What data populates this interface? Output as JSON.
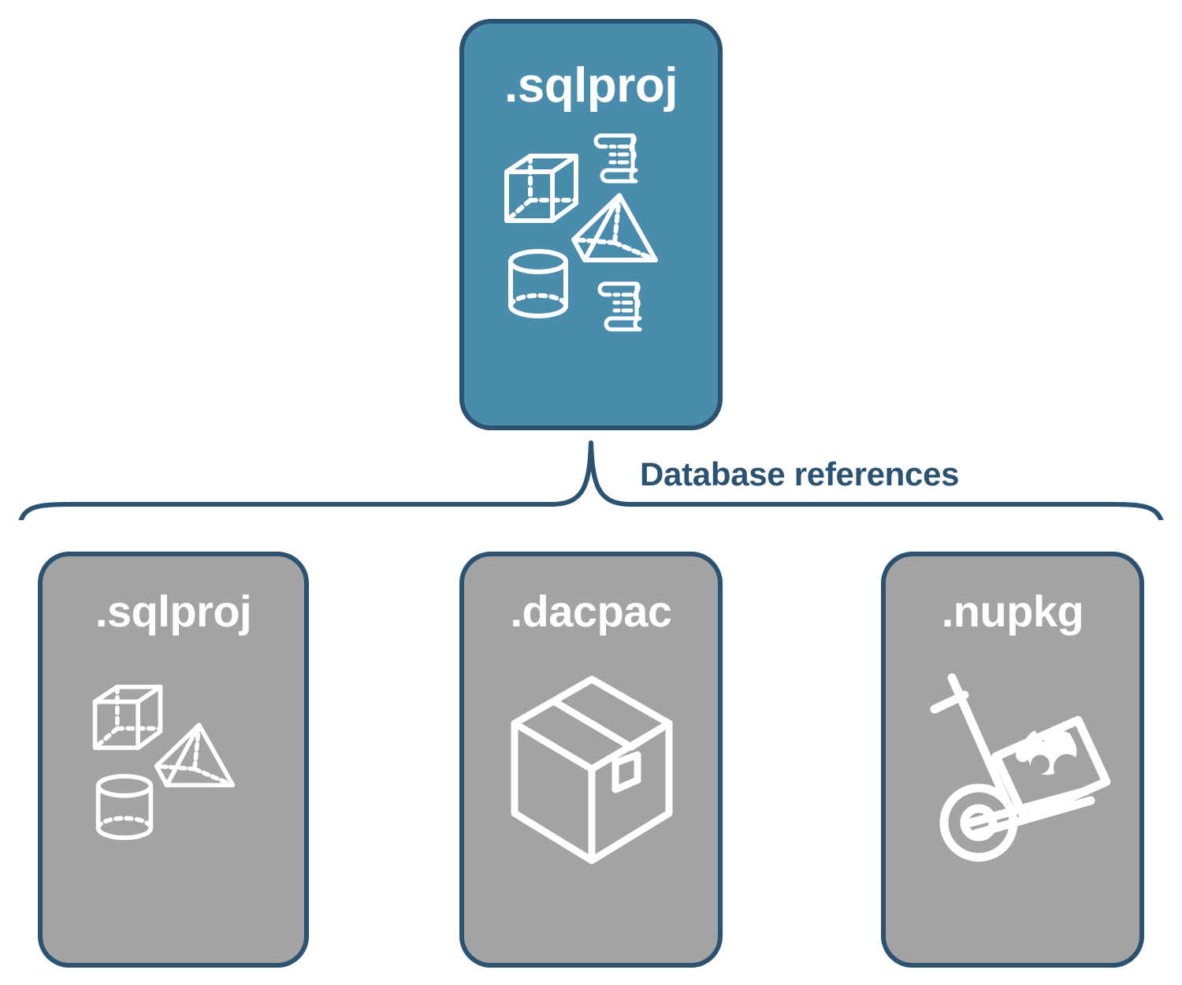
{
  "diagram": {
    "title": "Database references",
    "colors": {
      "primary_fill": "#4a8cab",
      "secondary_fill": "#a3a3a3",
      "outline": "#2b5270",
      "icon_stroke": "#ffffff",
      "background": "#ffffff"
    },
    "root_node": {
      "label": ".sqlproj",
      "kind": "primary",
      "icons": [
        "cube-icon",
        "pyramid-icon",
        "cylinder-icon",
        "scroll-icon",
        "scroll-icon"
      ]
    },
    "connector": {
      "kind": "curly-brace",
      "label": "Database references"
    },
    "reference_nodes": [
      {
        "label": ".sqlproj",
        "kind": "secondary",
        "icons": [
          "cube-icon",
          "pyramid-icon",
          "cylinder-icon"
        ]
      },
      {
        "label": ".dacpac",
        "kind": "secondary",
        "icons": [
          "package-box-icon"
        ]
      },
      {
        "label": ".nupkg",
        "kind": "secondary",
        "icons": [
          "hand-truck-icon"
        ]
      }
    ]
  }
}
